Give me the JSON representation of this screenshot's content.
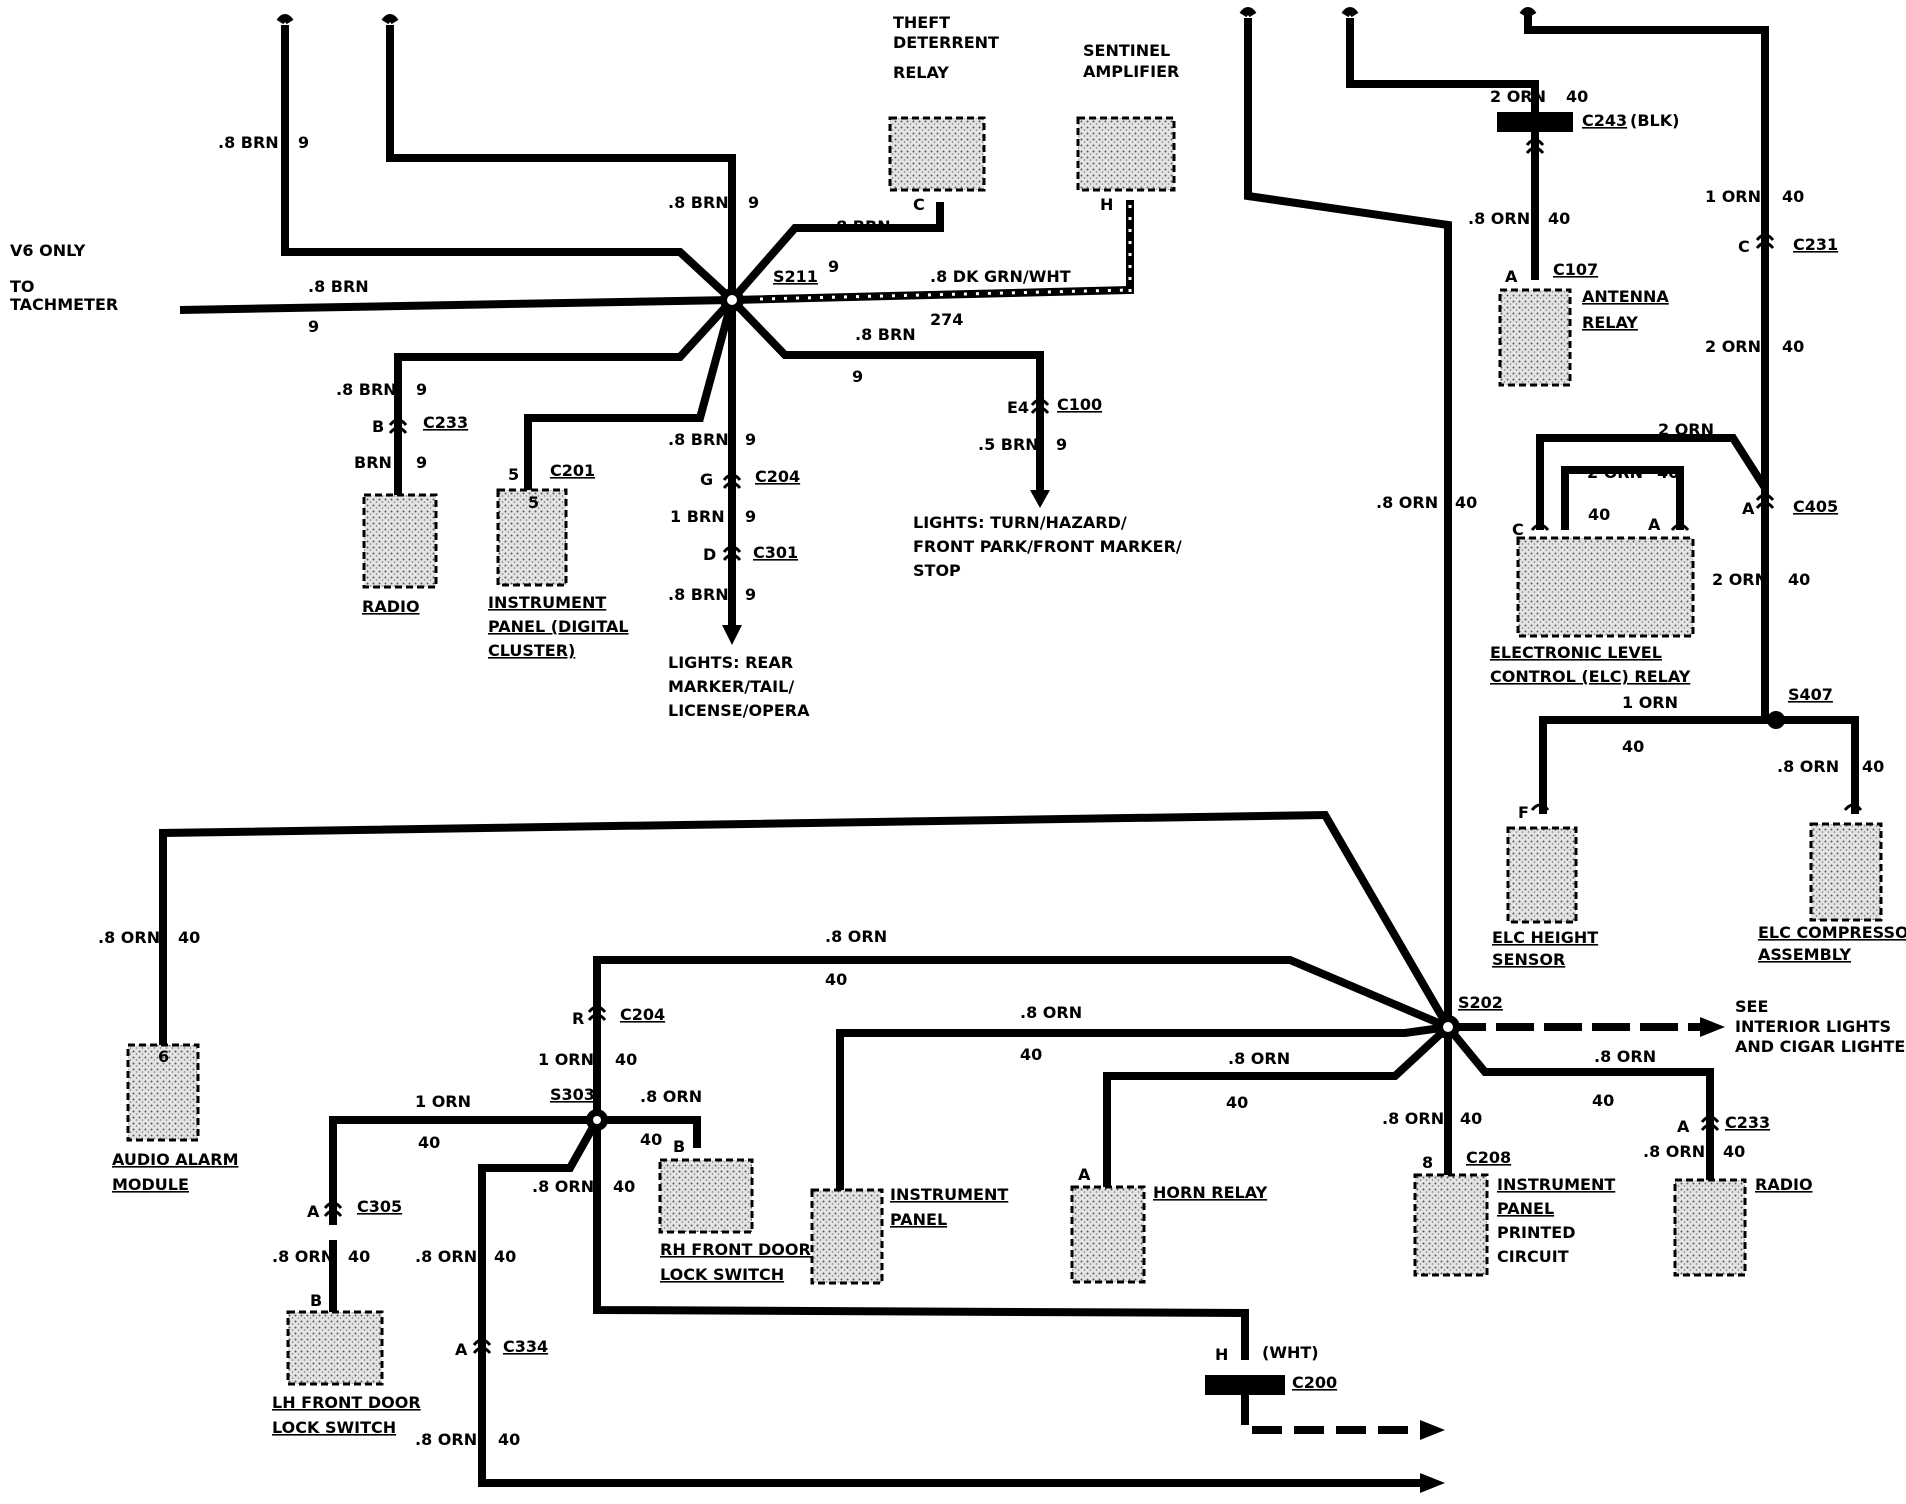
{
  "labels": {
    "v6_only": "V6 ONLY",
    "to": "TO",
    "tachmeter": "TACHMETER",
    "theft_l1": "THEFT",
    "theft_l2": "DETERRENT",
    "theft_l3": "RELAY",
    "sentinel_l1": "SENTINEL",
    "sentinel_l2": "AMPLIFIER",
    "s211": "S211",
    "c233a": "C233",
    "c201": "C201",
    "c204a": "C204",
    "c301": "C301",
    "c100": "C100",
    "radio_top": "RADIO",
    "ip_l1": "INSTRUMENT",
    "ip_l2": "PANEL (DIGITAL",
    "ip_l3": "CLUSTER)",
    "lights_rear_l1": "LIGHTS: REAR",
    "lights_rear_l2": "MARKER/TAIL/",
    "lights_rear_l3": "LICENSE/OPERA",
    "lights_front_l1": "LIGHTS:  TURN/HAZARD/",
    "lights_front_l2": "FRONT PARK/FRONT MARKER/",
    "lights_front_l3": "STOP",
    "c243": "C243",
    "blk": "(BLK)",
    "c107": "C107",
    "antenna_l1": "ANTENNA",
    "antenna_l2": "RELAY",
    "c231": "C231",
    "c405": "C405",
    "elc_l1": "ELECTRONIC LEVEL",
    "elc_l2": "CONTROL (ELC) RELAY",
    "s407": "S407",
    "elc_height_l1": "ELC HEIGHT",
    "elc_height_l2": "SENSOR",
    "elc_comp_l1": "ELC COMPRESSOR",
    "elc_comp_l2": "ASSEMBLY",
    "s202": "S202",
    "see_l1": "SEE",
    "see_l2": "INTERIOR LIGHTS",
    "see_l3": "AND CIGAR LIGHTER",
    "audio_l1": "AUDIO ALARM",
    "audio_l2": "MODULE",
    "c204b": "C204",
    "s303": "S303",
    "rh_l1": "RH FRONT DOOR",
    "rh_l2": "LOCK SWITCH",
    "c305": "C305",
    "lh_l1": "LH FRONT DOOR",
    "lh_l2": "LOCK SWITCH",
    "c334": "C334",
    "ip2_l1": "INSTRUMENT",
    "ip2_l2": "PANEL",
    "horn": "HORN RELAY",
    "c208": "C208",
    "ipc_l1": "INSTRUMENT",
    "ipc_l2": "PANEL",
    "ipc_l3": "PRINTED",
    "ipc_l4": "CIRCUIT",
    "c233b": "C233",
    "radio_bot": "RADIO",
    "c200": "C200",
    "wht": "(WHT)"
  },
  "wires": {
    "brn8": ".8 BRN",
    "brn5": ".5 BRN",
    "brn1": "1 BRN",
    "brn": "BRN",
    "dkgrn": ".8 DK GRN/WHT",
    "orn8": ".8 ORN",
    "orn1": "1 ORN",
    "orn2": "2 ORN",
    "c9": "9",
    "c274": "274",
    "c40": "40"
  },
  "pins": {
    "a": "A",
    "b": "B",
    "c": "C",
    "d": "D",
    "e4": "E4",
    "f": "F",
    "g": "G",
    "h": "H",
    "r": "R",
    "p5": "5",
    "p8": "8",
    "p6": "6"
  }
}
